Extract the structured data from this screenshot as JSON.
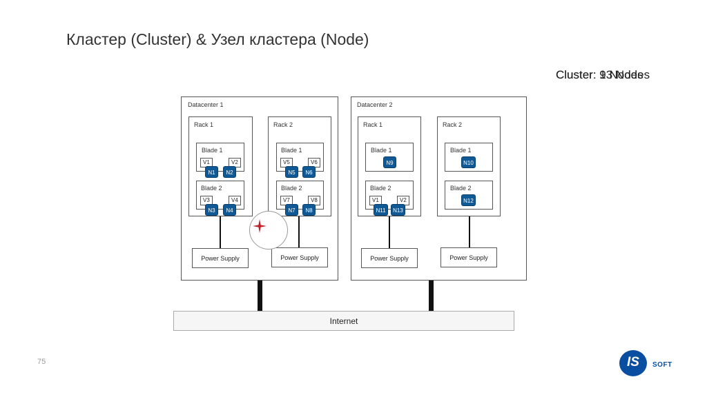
{
  "title": "Кластер (Cluster) & Узел кластера (Node)",
  "cluster_label": {
    "a": "Cluster: 9 Nodes",
    "b": "Cluster: 13 Nodes"
  },
  "page_number": "75",
  "internet_label": "Internet",
  "power_label": "Power Supply",
  "logo": {
    "mark": "IS",
    "text": "SOFT",
    "color": "#0a4ea1"
  },
  "colors": {
    "node": "#0f5a96",
    "star": "#c0202a"
  },
  "datacenters": [
    {
      "label": "Datacenter 1",
      "racks": [
        {
          "label": "Rack 1",
          "blades": [
            {
              "label": "Blade 1",
              "vms": [
                "V1",
                "V2"
              ],
              "nodes": [
                "N1",
                "N2"
              ]
            },
            {
              "label": "Blade 2",
              "vms": [
                "V3",
                "V4"
              ],
              "nodes": [
                "N3",
                "N4"
              ]
            }
          ]
        },
        {
          "label": "Rack 2",
          "blades": [
            {
              "label": "Blade 1",
              "vms": [
                "V5",
                "V6"
              ],
              "nodes": [
                "N5",
                "N6"
              ]
            },
            {
              "label": "Blade 2",
              "vms": [
                "V7",
                "V8"
              ],
              "nodes": [
                "N7",
                "N8"
              ]
            }
          ]
        }
      ]
    },
    {
      "label": "Datacenter 2",
      "racks": [
        {
          "label": "Rack 1",
          "blades": [
            {
              "label": "Blade 1",
              "vms": [],
              "nodes": [
                "N9"
              ]
            },
            {
              "label": "Blade 2",
              "vms": [
                "V1",
                "V2"
              ],
              "nodes": [
                "N11",
                "N13"
              ]
            }
          ]
        },
        {
          "label": "Rack 2",
          "blades": [
            {
              "label": "Blade 1",
              "vms": [],
              "nodes": [
                "N10"
              ]
            },
            {
              "label": "Blade 2",
              "vms": [],
              "nodes": [
                "N12"
              ]
            }
          ]
        }
      ]
    }
  ]
}
